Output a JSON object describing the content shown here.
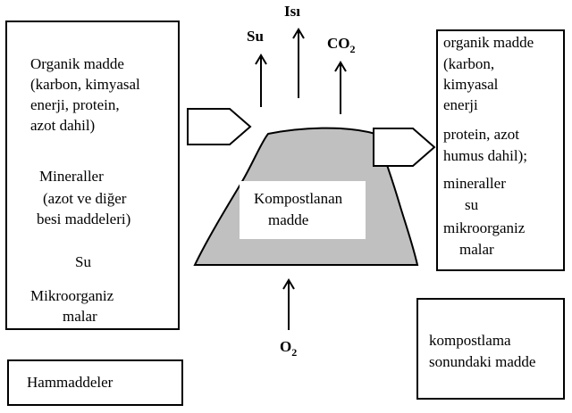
{
  "inputs_box": {
    "lines": [
      "Organik madde",
      "(karbon, kimyasal",
      "enerji, protein,",
      "azot dahil)",
      "Mineraller",
      "(azot ve diğer",
      "besi maddeleri)",
      "Su",
      "Mikroorganiz",
      "malar"
    ]
  },
  "raw_label": "Hammaddeler",
  "outputs_top": {
    "heat": "Isı",
    "water": "Su",
    "co2_main": "CO",
    "co2_sub": "2"
  },
  "pile_label_lines": [
    "Kompostlanan",
    "madde"
  ],
  "oxygen": {
    "main": "O",
    "sub": "2"
  },
  "outputs_box": {
    "lines": [
      "organik madde",
      "(karbon,",
      "kimyasal",
      "enerji",
      "protein, azot",
      "humus dahil);",
      "mineraller",
      "su",
      "mikroorganiz",
      "malar"
    ]
  },
  "final_label_lines": [
    "kompostlama",
    "sonundaki madde"
  ],
  "colors": {
    "pile_fill": "#c0c0c0",
    "label_bg": "#ffffff",
    "stroke": "#000000"
  }
}
